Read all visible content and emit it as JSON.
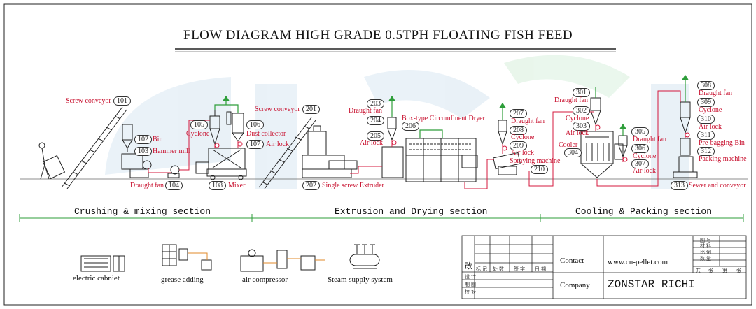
{
  "title": "FLOW DIAGRAM HIGH GRADE 0.5TPH FLOATING FISH FEED",
  "sections": {
    "crushing": "Crushing & mixing section",
    "extrusion": "Extrusion and Drying section",
    "cooling": "Cooling & Packing section"
  },
  "equipment": [
    {
      "num": "101",
      "label": "Screw conveyor"
    },
    {
      "num": "102",
      "label": "Bin"
    },
    {
      "num": "103",
      "label": "Hammer mill"
    },
    {
      "num": "104",
      "label": "Draught fan"
    },
    {
      "num": "105",
      "label": "Cyclone"
    },
    {
      "num": "106",
      "label": "Dust collector"
    },
    {
      "num": "107",
      "label": "Air lock"
    },
    {
      "num": "108",
      "label": "Mixer"
    },
    {
      "num": "201",
      "label": "Screw conveyor"
    },
    {
      "num": "202",
      "label": "Single screw Extruder"
    },
    {
      "num": "203",
      "label": "Draught fan"
    },
    {
      "num": "204",
      "label": ""
    },
    {
      "num": "205",
      "label": "Air lock"
    },
    {
      "num": "206",
      "label": "Box-type Circumfluent Dryer"
    },
    {
      "num": "207",
      "label": "Draught fan"
    },
    {
      "num": "208",
      "label": "Cyclone"
    },
    {
      "num": "209",
      "label": "Air lock"
    },
    {
      "num": "210",
      "label": "Spraying machine"
    },
    {
      "num": "301",
      "label": "Draught fan"
    },
    {
      "num": "302",
      "label": "Cyclone"
    },
    {
      "num": "303",
      "label": "Air lock"
    },
    {
      "num": "304",
      "label": "Cooler"
    },
    {
      "num": "305",
      "label": "Draught fan"
    },
    {
      "num": "306",
      "label": "Cyclone"
    },
    {
      "num": "307",
      "label": "Air lock"
    },
    {
      "num": "308",
      "label": "Draught fan"
    },
    {
      "num": "309",
      "label": "Cyclone"
    },
    {
      "num": "310",
      "label": "Air lock"
    },
    {
      "num": "311",
      "label": "Pre-bagging Bin"
    },
    {
      "num": "312",
      "label": "Packing machine"
    },
    {
      "num": "313",
      "label": "Sewer and conveyor"
    }
  ],
  "utilities": [
    "electric cabniet",
    "grease adding",
    "air compressor",
    "Steam supply system"
  ],
  "title_block": {
    "contact_label": "Contact",
    "company_label": "Company",
    "website": "www.cn-pellet.com",
    "company": "ZONSTAR RICHI",
    "rev_mark": "改",
    "rev_cols": [
      "标 记",
      "处 数",
      "签 字",
      "日 期"
    ],
    "roles": [
      "设 计",
      "制 图",
      "校 对"
    ],
    "info": [
      "图 号",
      "材 料",
      "比 例",
      "数 量"
    ],
    "sheet": [
      "共",
      "张",
      "第",
      "张"
    ]
  },
  "colors": {
    "label": "#c8102e",
    "pipe": "#d4183c",
    "air": "#2e9e3a",
    "line": "#222222",
    "watermark": "#2f7fb8"
  }
}
